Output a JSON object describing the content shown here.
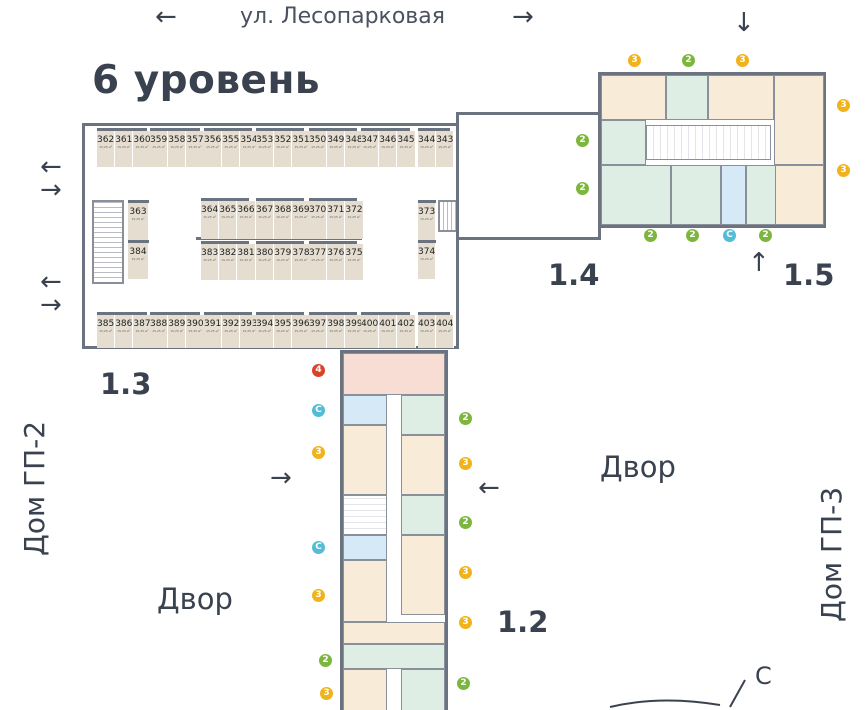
{
  "street": {
    "name": "ул. Лесопарковая",
    "arrow_left": "←",
    "arrow_right": "→"
  },
  "title": "6 уровень",
  "sections": {
    "s13": "1.3",
    "s14": "1.4",
    "s15": "1.5",
    "s12": "1.2"
  },
  "yard_labels": [
    "Двор",
    "Двор"
  ],
  "neighbors": {
    "left": "Дом ГП-2",
    "right": "Дом ГП-3"
  },
  "compass": "С",
  "storage_area": "15,25 м²",
  "storage": {
    "top": [
      [
        "362",
        "361",
        "360"
      ],
      [
        "359",
        "358",
        "357"
      ],
      [
        "356",
        "355",
        "354"
      ],
      [
        "353",
        "352",
        "351"
      ],
      [
        "350",
        "349",
        "348"
      ],
      [
        "347",
        "346",
        "345"
      ],
      [
        "344",
        "343"
      ]
    ],
    "mid_upper": [
      [
        "364",
        "365",
        "366"
      ],
      [
        "367",
        "368",
        "369"
      ],
      [
        "370",
        "371",
        "372"
      ]
    ],
    "mid_lower": [
      [
        "383",
        "382",
        "381"
      ],
      [
        "380",
        "379",
        "378"
      ],
      [
        "377",
        "376",
        "375"
      ]
    ],
    "side": [
      "363",
      "384",
      "373",
      "374"
    ],
    "bottom": [
      [
        "385",
        "386",
        "387"
      ],
      [
        "388",
        "389",
        "390"
      ],
      [
        "391",
        "392",
        "393"
      ],
      [
        "394",
        "395",
        "396"
      ],
      [
        "397",
        "398",
        "399"
      ],
      [
        "400",
        "401",
        "402"
      ],
      [
        "403",
        "404"
      ]
    ]
  },
  "apartment_badges": {
    "colors": {
      "С": "#55bcd6",
      "2": "#7db63f",
      "3": "#f0b31c",
      "4": "#d8442b"
    },
    "block_15": [
      "3",
      "2",
      "3",
      "3",
      "3",
      "2",
      "2",
      "2",
      "2",
      "С",
      "2"
    ],
    "block_12": [
      "4",
      "С",
      "3",
      "С",
      "3",
      "2",
      "3",
      "2",
      "3",
      "2",
      "3",
      "3",
      "2"
    ]
  }
}
